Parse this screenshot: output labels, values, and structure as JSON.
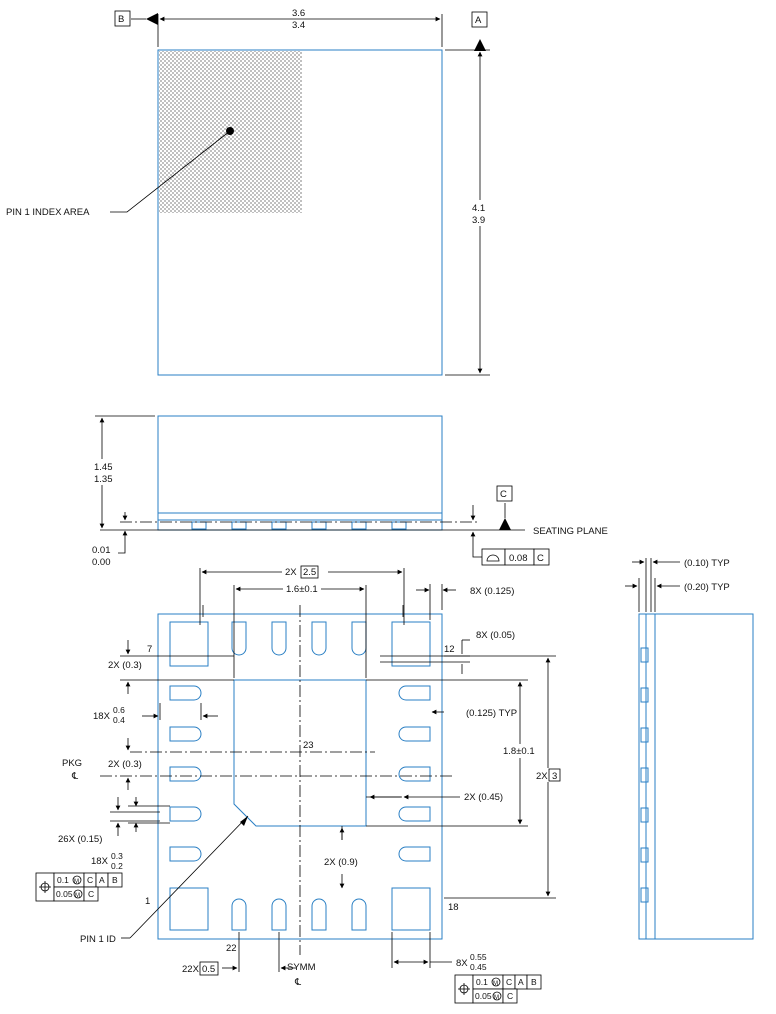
{
  "top_view": {
    "datum_b": "B",
    "datum_a": "A",
    "width_max": "3.6",
    "width_min": "3.4",
    "height_max": "4.1",
    "height_min": "3.9",
    "pin1_label": "PIN 1 INDEX AREA"
  },
  "side_view": {
    "height_max": "1.45",
    "height_min": "1.35",
    "standoff_max": "0.01",
    "standoff_min": "0.00",
    "datum_c": "C",
    "seating_plane": "SEATING PLANE",
    "flatness_value": "0.08",
    "flatness_datum": "C"
  },
  "bottom_view": {
    "pitch_top": "2X",
    "pitch_top_box": "2.5",
    "pad_width": "1.6±0.1",
    "lead_8x_0125": "8X (0.125)",
    "lead_8x_005": "8X (0.05)",
    "pin7": "7",
    "pin12": "12",
    "pin23": "23",
    "pin1": "1",
    "pin18": "18",
    "pin22": "22",
    "d_2x03_a": "2X (0.3)",
    "d_18x_l": "18X",
    "d_18x_l_max": "0.6",
    "d_18x_l_min": "0.4",
    "pkg": "PKG",
    "cl": "℄",
    "d_2x03_b": "2X (0.3)",
    "d_0125typ": "(0.125) TYP",
    "pad_height": "1.8±0.1",
    "d_2x3_prefix": "2X",
    "d_2x3_box": "3",
    "d_2x045": "2X (0.45)",
    "d_26x": "26X (0.15)",
    "d_18x_w": "18X",
    "d_18x_w_max": "0.3",
    "d_18x_w_min": "0.2",
    "d_2x09": "2X (0.9)",
    "pin1_id": "PIN 1 ID",
    "pitch_bottom": "22X",
    "pitch_bottom_box": "0.5",
    "symm": "SYMM",
    "d_8x_w": "8X",
    "d_8x_w_max": "0.55",
    "d_8x_w_min": "0.45",
    "fcf_left": {
      "row1_value": "0.1",
      "row1_datums": [
        "C",
        "A",
        "B"
      ],
      "row2_value": "0.05",
      "row2_datums": [
        "C"
      ]
    },
    "fcf_right": {
      "row1_value": "0.1",
      "row1_datums": [
        "C",
        "A",
        "B"
      ],
      "row2_value": "0.05",
      "row2_datums": [
        "C"
      ]
    }
  },
  "end_view": {
    "d_010typ": "(0.10) TYP",
    "d_020typ": "(0.20) TYP"
  },
  "colors": {
    "outline": "#2a7fc4",
    "dim": "#000000"
  }
}
